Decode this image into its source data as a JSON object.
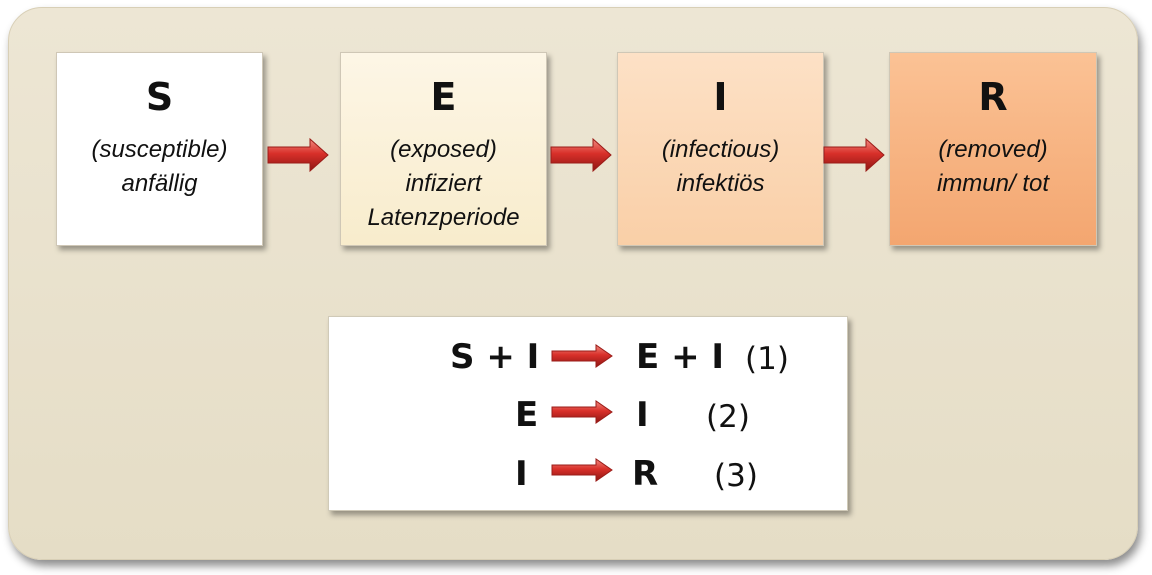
{
  "states": [
    {
      "letter": "S",
      "lines": [
        "(susceptible)",
        "anfällig"
      ]
    },
    {
      "letter": "E",
      "lines": [
        "(exposed)",
        "infiziert",
        "Latenzperiode"
      ]
    },
    {
      "letter": "I",
      "lines": [
        "(infectious)",
        "infektiös"
      ]
    },
    {
      "letter": "R",
      "lines": [
        "(removed)",
        "immun/ tot"
      ]
    }
  ],
  "equations": [
    {
      "lhs": "S + I",
      "rhs": "E + I",
      "number": "(1)"
    },
    {
      "lhs": "E",
      "rhs": "I",
      "number": "(2)"
    },
    {
      "lhs": "I",
      "rhs": "R",
      "number": "(3)"
    }
  ],
  "colors": {
    "arrow_red": "#d9302a",
    "panel_beige": "#e8e0ca",
    "box_s": "#ffffff",
    "box_e": "#fbf1d9",
    "box_i": "#fbd8b6",
    "box_r": "#f6b282"
  }
}
